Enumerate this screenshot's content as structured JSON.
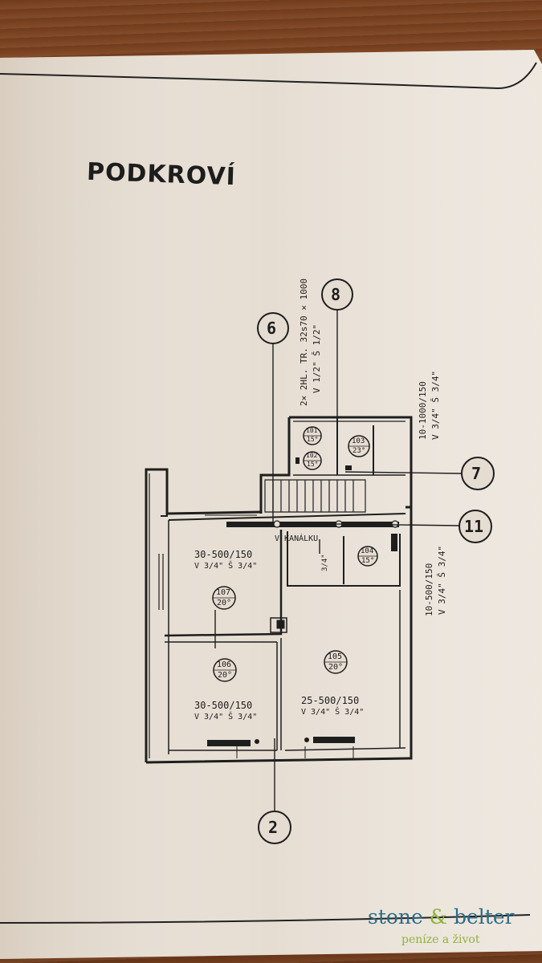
{
  "plan": {
    "title": "PODKROVÍ",
    "risers": [
      {
        "id": "r6",
        "label": "6"
      },
      {
        "id": "r8",
        "label": "8"
      },
      {
        "id": "r7",
        "label": "7"
      },
      {
        "id": "r11",
        "label": "11"
      },
      {
        "id": "r2",
        "label": "2"
      }
    ],
    "rooms": [
      {
        "id": "101",
        "code": "101",
        "temp": "15°"
      },
      {
        "id": "102",
        "code": "102",
        "temp": "15°"
      },
      {
        "id": "103",
        "code": "103",
        "temp": "23°"
      },
      {
        "id": "104",
        "code": "104",
        "temp": "15°"
      },
      {
        "id": "105",
        "code": "105",
        "temp": "20°"
      },
      {
        "id": "106",
        "code": "106",
        "temp": "20°"
      },
      {
        "id": "107",
        "code": "107",
        "temp": "20°"
      }
    ],
    "radiators": [
      {
        "room": "107",
        "spec": "30-500/150",
        "valves": "V 3/4\"   Š 3/4\""
      },
      {
        "room": "106",
        "spec": "30-500/150",
        "valves": "V 3/4\"   Š 3/4\""
      },
      {
        "room": "105",
        "spec": "25-500/150",
        "valves": "V 3/4\"   Š 3/4\""
      }
    ],
    "vertical_notes": {
      "r8_line1": "2× 2HL. TR. 32s70 × 1000",
      "r8_line2": "V 1/2\"   Š 1/2\"",
      "r7_line1": "10-1000/150",
      "r7_line2": "V 3/4\"   Š 3/4\"",
      "r11_line1": "10-500/150",
      "r11_line2": "V 3/4\"   Š 3/4\""
    },
    "channel_note": "V KANÁLKU",
    "pipe_note": "3/4\""
  },
  "brand": {
    "name_left": "stone",
    "amp": "&",
    "name_right": "belter",
    "tagline": "peníze a život"
  },
  "colors": {
    "paper": "#e8dfd4",
    "ink": "#1e1e1e",
    "brand_blue": "#2c6c87",
    "brand_green": "#8fb33b"
  }
}
